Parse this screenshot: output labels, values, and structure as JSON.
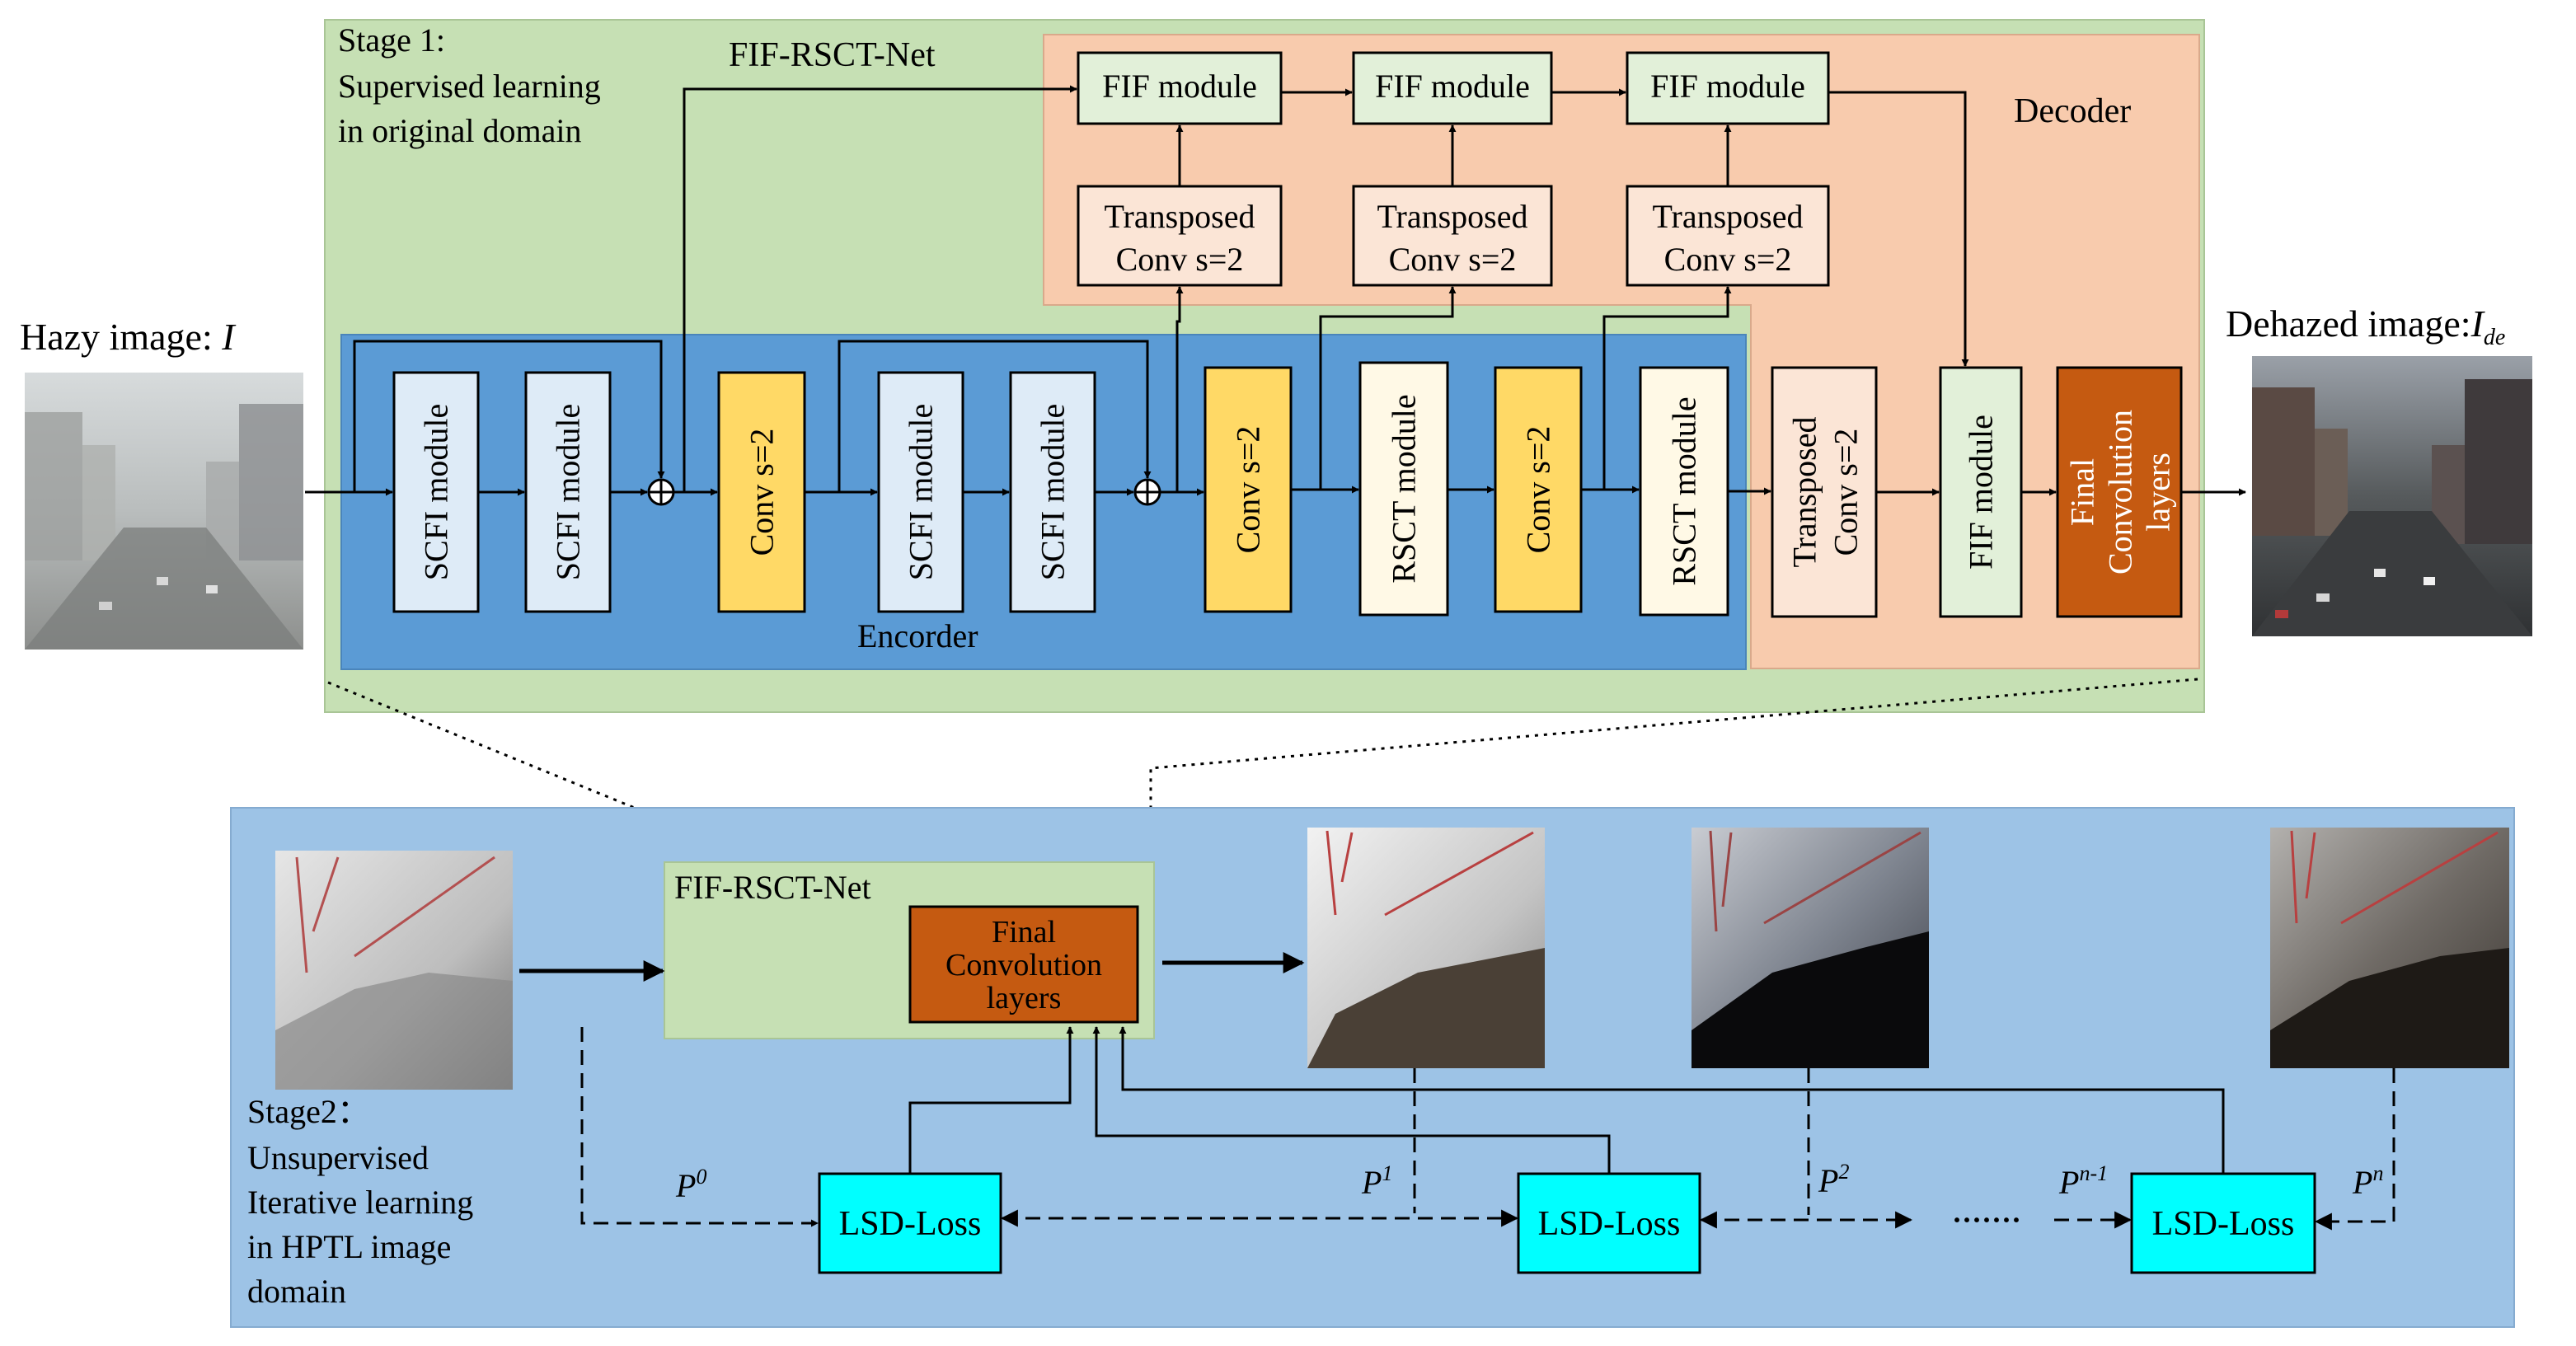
{
  "stage1": {
    "title_line1": "Stage 1:",
    "title_line2": "Supervised learning",
    "title_line3": "in original domain",
    "net_name": "FIF-RSCT-Net"
  },
  "decoder_label": "Decoder",
  "encoder_label": "Encorder",
  "fif_module_label": "FIF module",
  "transposed_line1": "Transposed",
  "transposed_line2": "Conv s=2",
  "scfi_label": "SCFI module",
  "rsct_label": "RSCT module",
  "conv_label": "Conv s=2",
  "final_conv": {
    "line1": "Final",
    "line2": "Convolution",
    "line3": "layers"
  },
  "hazy_label_text": "Hazy image: ",
  "hazy_label_symbol": "I",
  "dehazed_label_text": "Dehazed image:",
  "dehazed_label_symbol": "I",
  "dehazed_label_sub": "de",
  "stage2": {
    "line1": "Stage2：",
    "line2": "Unsupervised",
    "line3": "Iterative learning",
    "line4": "in  HPTL image",
    "line5": "domain",
    "net_name": "FIF-RSCT-Net"
  },
  "lsd_loss": "LSD-Loss",
  "ellipsis": "·······",
  "p_labels": {
    "base": "P",
    "p0": "0",
    "p1": "1",
    "p2": "2",
    "pn1": "n-1",
    "pn": "n"
  },
  "colors": {
    "stage1_bg": "#c6e0b4",
    "decoder_bg": "#f8cbad",
    "encoder_bg": "#5b9bd5",
    "stage2_bg": "#9dc3e6",
    "scfi_fill": "#deebf7",
    "conv_fill": "#ffd966",
    "rsct_fill": "#fff9e6",
    "fif_fill": "#e2f0d9",
    "transposed_fill": "#fbe5d6",
    "final_fill": "#c55a11",
    "lsd_fill": "#00ffff"
  }
}
